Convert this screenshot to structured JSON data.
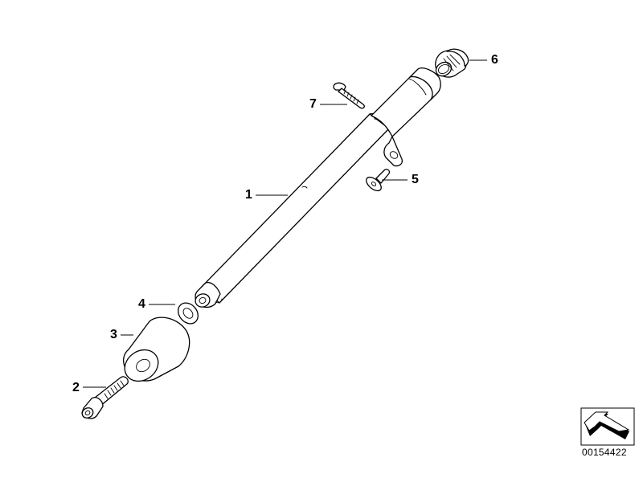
{
  "diagram": {
    "type": "exploded-parts-diagram",
    "catalog_number": "00154422",
    "callouts": [
      {
        "id": "1",
        "label": "1",
        "part": "tube"
      },
      {
        "id": "2",
        "label": "2",
        "part": "socket-head-cap-screw"
      },
      {
        "id": "3",
        "label": "3",
        "part": "rubber-buffer"
      },
      {
        "id": "4",
        "label": "4",
        "part": "washer"
      },
      {
        "id": "5",
        "label": "5",
        "part": "flat-head-pin"
      },
      {
        "id": "6",
        "label": "6",
        "part": "end-cap-grommet"
      },
      {
        "id": "7",
        "label": "7",
        "part": "screw"
      }
    ],
    "colors": {
      "background": "#ffffff",
      "line": "#000000"
    }
  }
}
